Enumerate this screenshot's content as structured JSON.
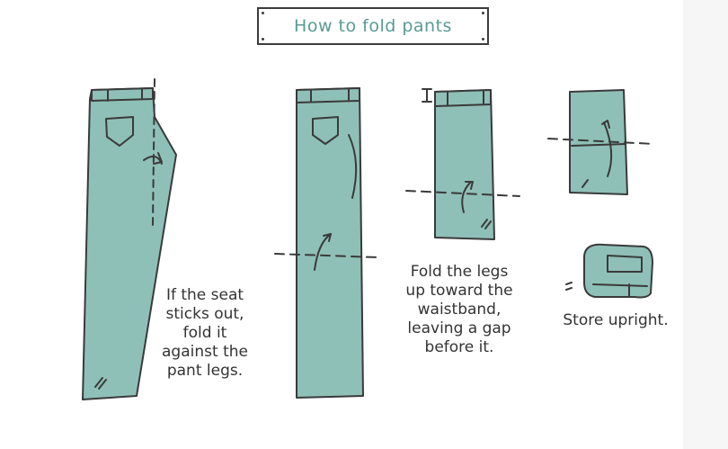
{
  "title": "How to fold pants",
  "colors": {
    "denim": "#8fc0b7",
    "outline": "#3a3a3a",
    "title_text": "#5a9a96",
    "caption_text": "#333333"
  },
  "steps": [
    {
      "caption": "If the seat\nsticks out,\nfold it\nagainst the\npant legs."
    },
    {
      "caption": ""
    },
    {
      "caption": "Fold the legs\nup toward the\nwaistband,\nleaving a gap\nbefore it."
    },
    {
      "caption": "Store upright."
    }
  ]
}
